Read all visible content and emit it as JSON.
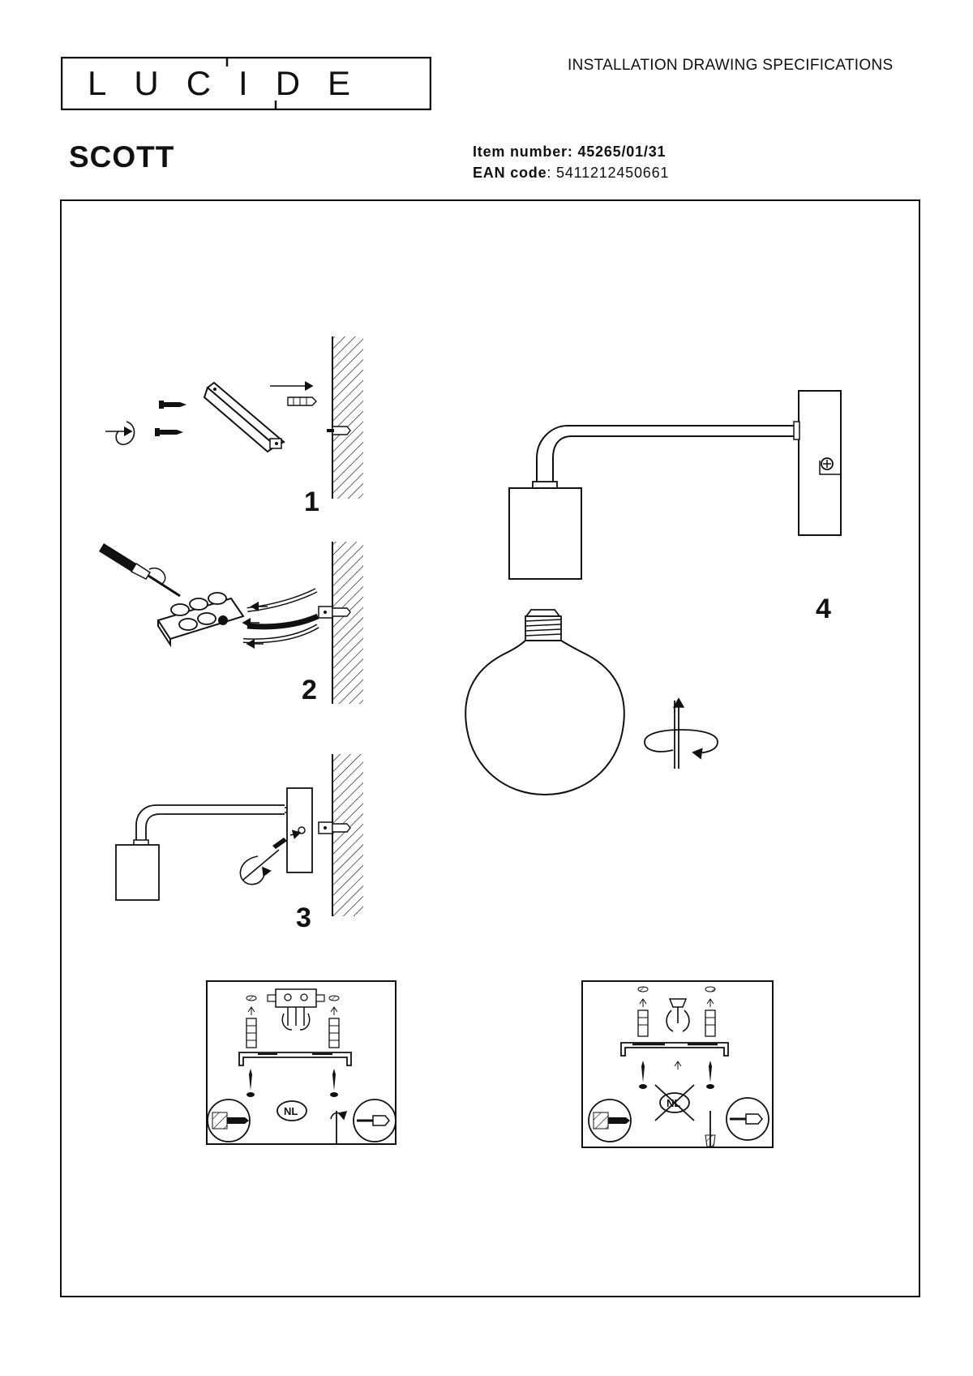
{
  "header": {
    "logo_text": "LUCIDE",
    "doc_title": "INSTALLATION DRAWING SPECIFICATIONS",
    "product_name": "SCOTT",
    "item_number_label": "Item number",
    "item_number_value": "45265/01/31",
    "ean_label": "EAN code",
    "ean_value": "5411212450661"
  },
  "steps": {
    "step1": "1",
    "step2": "2",
    "step3": "3",
    "step4": "4"
  },
  "ceiling_panels": {
    "left_badge": "NL",
    "right_badge": "NL"
  }
}
